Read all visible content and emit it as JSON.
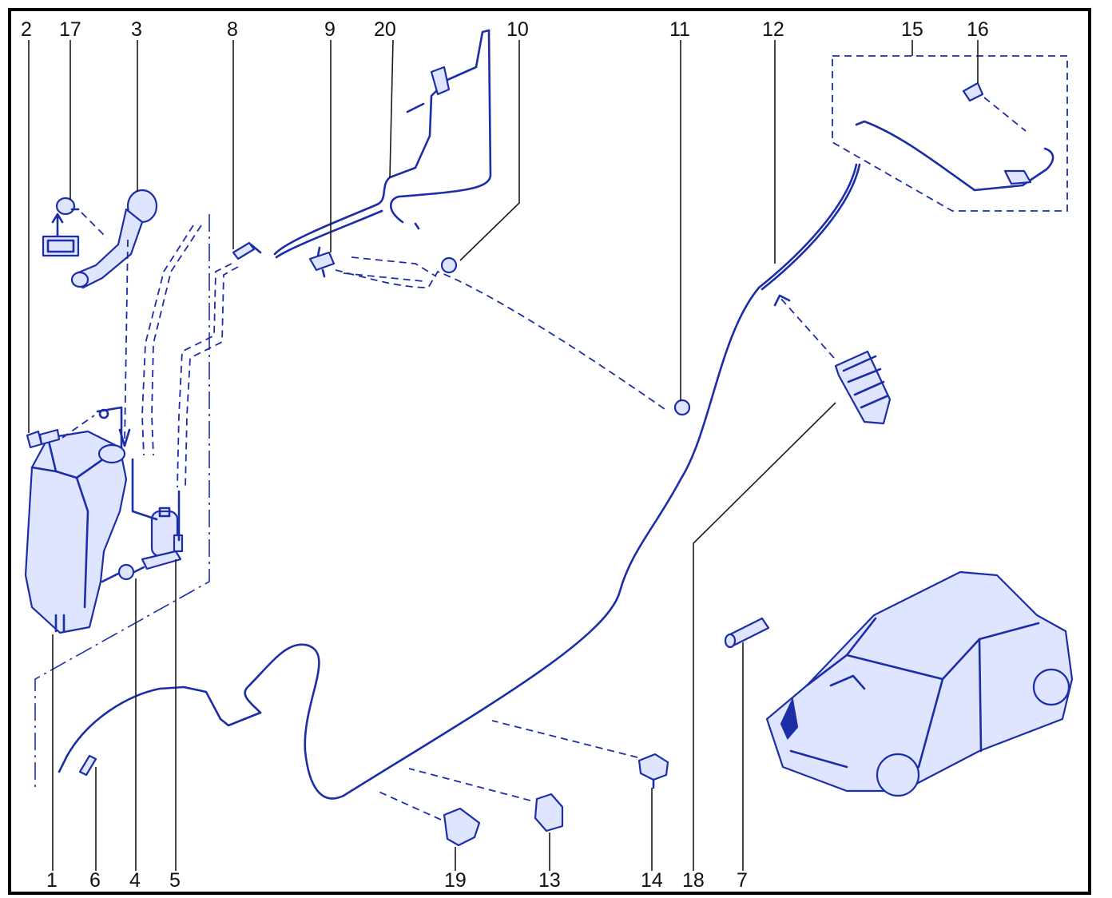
{
  "callouts": [
    {
      "id": "c2",
      "text": "2"
    },
    {
      "id": "c17",
      "text": "17"
    },
    {
      "id": "c3",
      "text": "3"
    },
    {
      "id": "c8",
      "text": "8"
    },
    {
      "id": "c9",
      "text": "9"
    },
    {
      "id": "c20",
      "text": "20"
    },
    {
      "id": "c10",
      "text": "10"
    },
    {
      "id": "c11",
      "text": "11"
    },
    {
      "id": "c12",
      "text": "12"
    },
    {
      "id": "c15",
      "text": "15"
    },
    {
      "id": "c16",
      "text": "16"
    },
    {
      "id": "c1",
      "text": "1"
    },
    {
      "id": "c6",
      "text": "6"
    },
    {
      "id": "c4",
      "text": "4"
    },
    {
      "id": "c5",
      "text": "5"
    },
    {
      "id": "c19",
      "text": "19"
    },
    {
      "id": "c13",
      "text": "13"
    },
    {
      "id": "c14",
      "text": "14"
    },
    {
      "id": "c18",
      "text": "18"
    },
    {
      "id": "c7",
      "text": "7"
    }
  ],
  "colors": {
    "line_art": "#1b2ea8",
    "fill": "#dfe4ff",
    "frame": "#000000",
    "callout_text": "#111111"
  },
  "icons": [
    "washer-reservoir",
    "filler-neck",
    "pump",
    "hose",
    "nozzle",
    "clip",
    "vehicle-illustration"
  ]
}
